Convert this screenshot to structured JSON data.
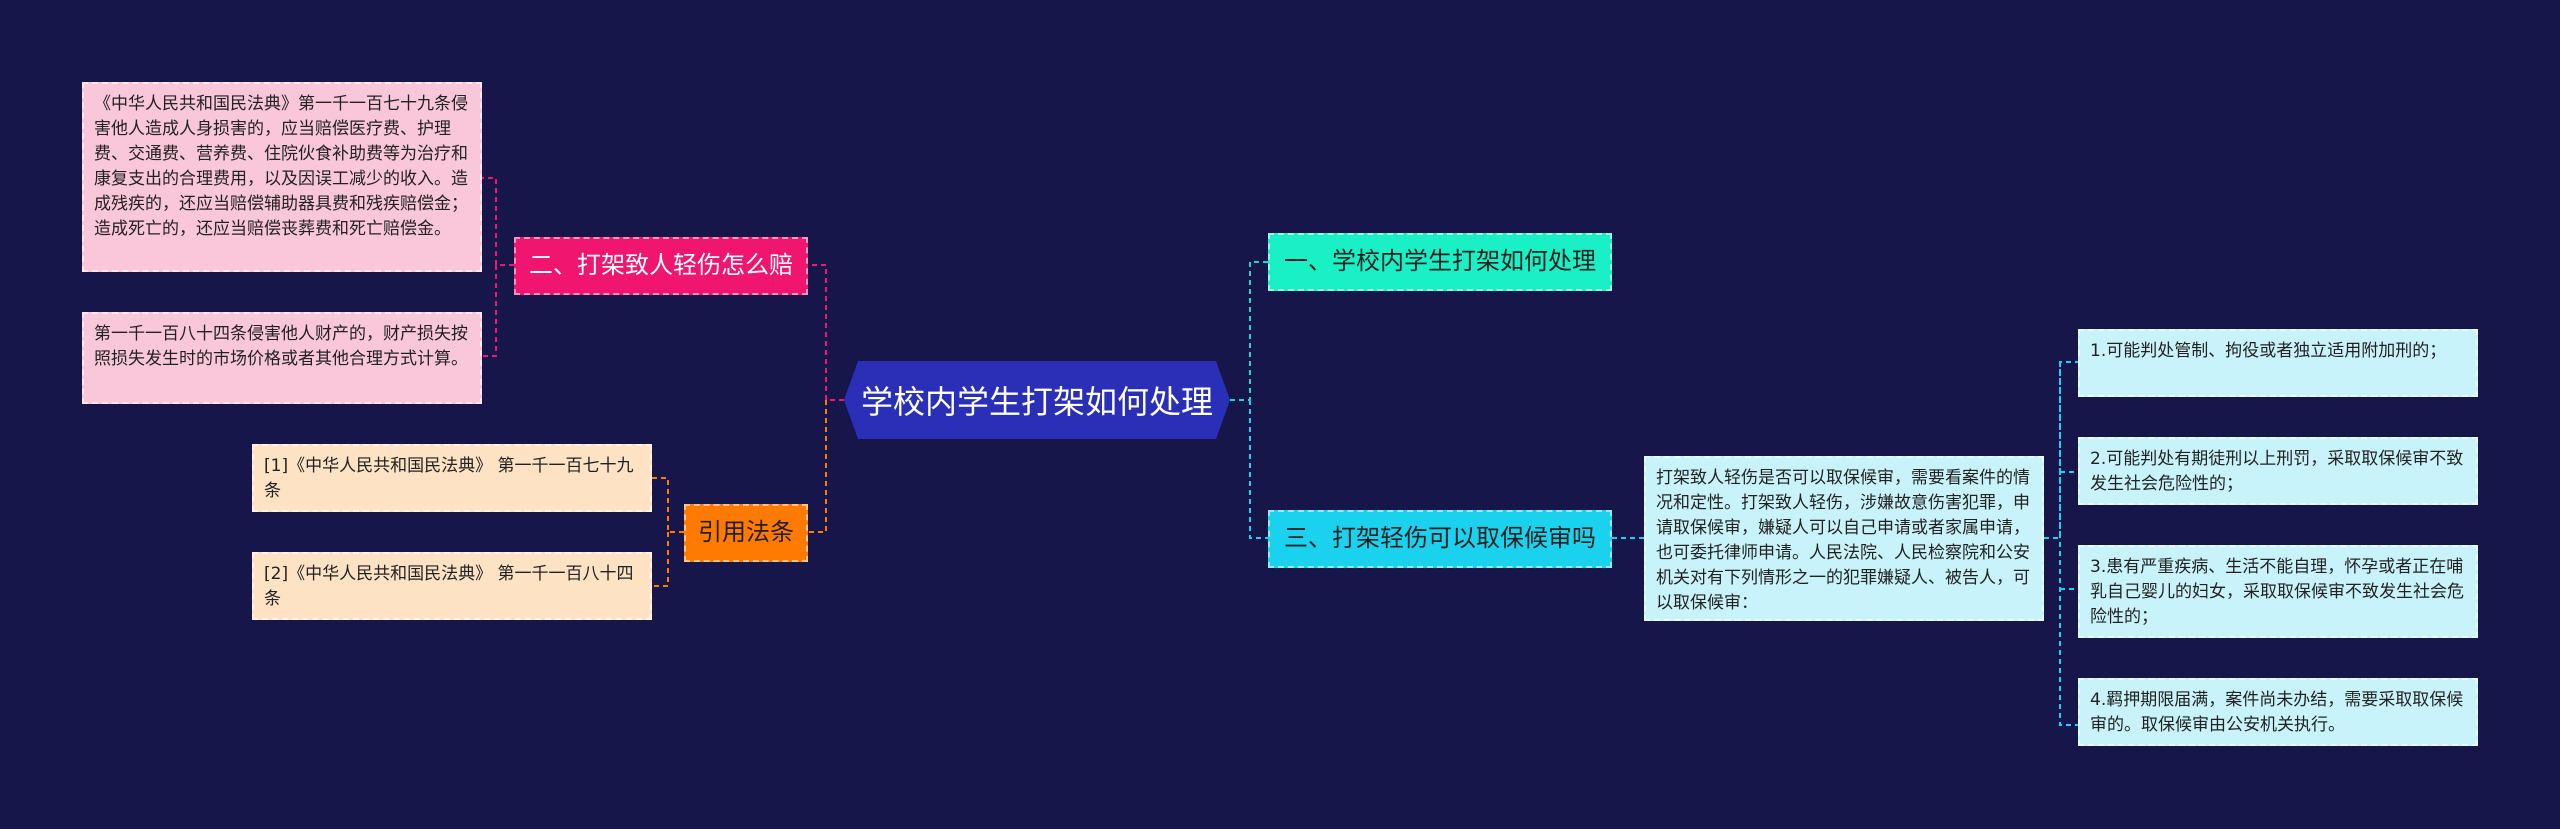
{
  "root": {
    "title": "学校内学生打架如何处理"
  },
  "branches": {
    "b1": {
      "label": "一、学校内学生打架如何处理",
      "color": "#19f0c5"
    },
    "b2": {
      "label": "二、打架致人轻伤怎么赔",
      "color": "#f0156e"
    },
    "b3": {
      "label": "三、打架轻伤可以取保候审吗",
      "color": "#1ad1ee"
    },
    "b4": {
      "label": "引用法条",
      "color": "#ff7a00"
    }
  },
  "leaves": {
    "b2_1": "《中华人民共和国民法典》第一千一百七十九条侵害他人造成人身损害的，应当赔偿医疗费、护理费、交通费、营养费、住院伙食补助费等为治疗和康复支出的合理费用，以及因误工减少的收入。造成残疾的，还应当赔偿辅助器具费和残疾赔偿金；造成死亡的，还应当赔偿丧葬费和死亡赔偿金。",
    "b2_2": "第一千一百八十四条侵害他人财产的，财产损失按照损失发生时的市场价格或者其他合理方式计算。",
    "b4_1": "[1]《中华人民共和国民法典》 第一千一百七十九条",
    "b4_2": "[2]《中华人民共和国民法典》 第一千一百八十四条",
    "b3_1": "打架致人轻伤是否可以取保候审，需要看案件的情况和定性。打架致人轻伤，涉嫌故意伤害犯罪，申请取保候审，嫌疑人可以自己申请或者家属申请，也可委托律师申请。人民法院、人民检察院和公安机关对有下列情形之一的犯罪嫌疑人、被告人，可以取保候审：",
    "b3_1_1": "1.可能判处管制、拘役或者独立适用附加刑的；",
    "b3_1_2": "2.可能判处有期徒刑以上刑罚，采取取保候审不致发生社会危险性的；",
    "b3_1_3": "3.患有严重疾病、生活不能自理，怀孕或者正在哺乳自己婴儿的妇女，采取取保候审不致发生社会危险性的；",
    "b3_1_4": "4.羁押期限届满，案件尚未办结，需要采取取保候审的。取保候审由公安机关执行。"
  },
  "colors": {
    "background": "#16164a",
    "root": "#2a2fb8",
    "pink_leaf": "#f9c7d9",
    "peach_leaf": "#fde2c4",
    "cyan_leaf": "#c8f3fa"
  }
}
